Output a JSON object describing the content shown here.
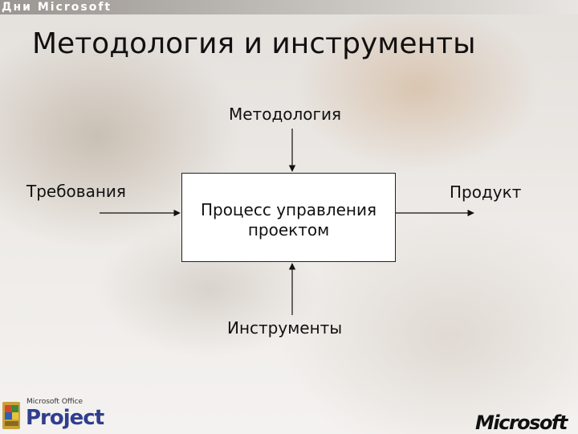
{
  "header": {
    "brand": "Дни Microsoft"
  },
  "slide": {
    "title": "Методология и инструменты"
  },
  "diagram": {
    "top_input": "Методология",
    "left_input": "Требования",
    "right_output": "Продукт",
    "bottom_input": "Инструменты",
    "process_line1": "Процесс управления",
    "process_line2": "проектом"
  },
  "footer": {
    "product_small": "Microsoft Office",
    "product_name": "Project",
    "company_logo": "Microsoft"
  },
  "icons": [
    "office-logo-icon"
  ],
  "colors": {
    "project_blue": "#2f3e8e",
    "background": "#ece9e6"
  }
}
